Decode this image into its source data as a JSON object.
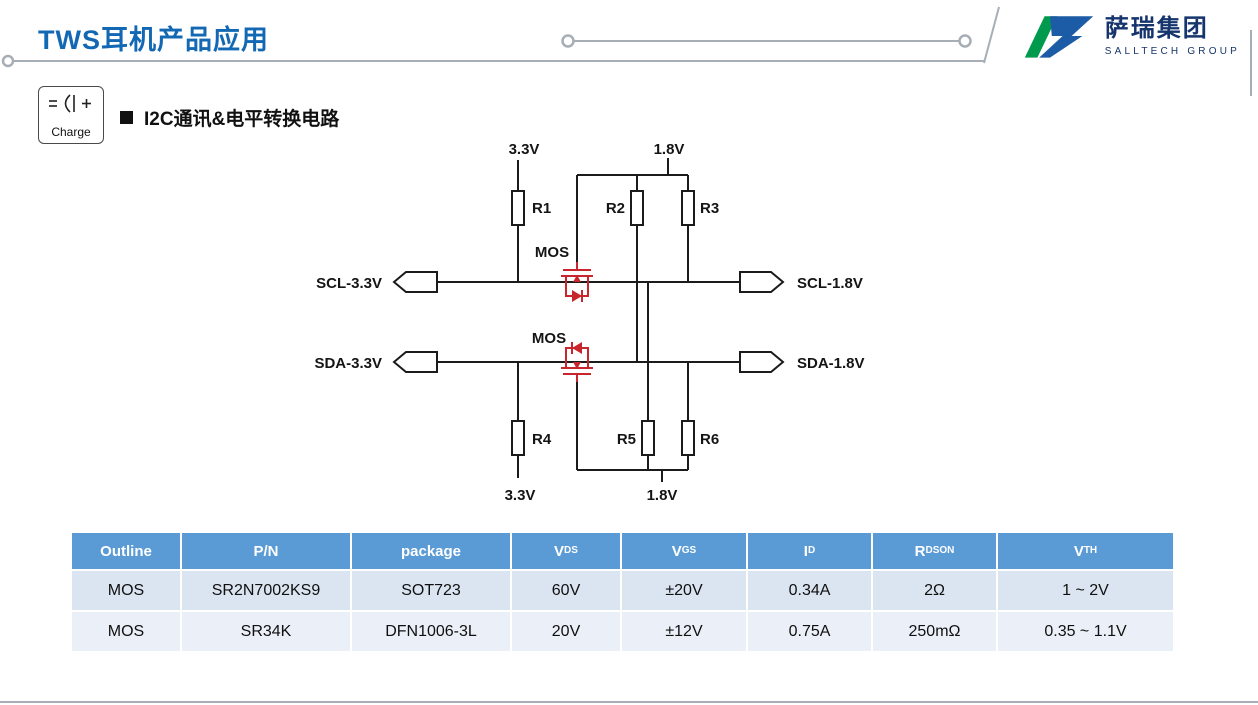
{
  "header": {
    "title": "TWS耳机产品应用",
    "logo_name": "萨瑞集团",
    "logo_subtitle": "SALLTECH GROUP"
  },
  "badge": {
    "label": "Charge"
  },
  "section": {
    "heading": "I2C通讯&电平转换电路"
  },
  "circuit": {
    "rail_top_left": "3.3V",
    "rail_top_right": "1.8V",
    "rail_bottom_left": "3.3V",
    "rail_bottom_right": "1.8V",
    "r1": "R1",
    "r2": "R2",
    "r3": "R3",
    "r4": "R4",
    "r5": "R5",
    "r6": "R6",
    "mos1": "MOS",
    "mos2": "MOS",
    "port_scl33": "SCL-3.3V",
    "port_scl18": "SCL-1.8V",
    "port_sda33": "SDA-3.3V",
    "port_sda18": "SDA-1.8V"
  },
  "table": {
    "headers": [
      {
        "base": "Outline",
        "sub": ""
      },
      {
        "base": "P/N",
        "sub": ""
      },
      {
        "base": "package",
        "sub": ""
      },
      {
        "base": "V",
        "sub": "DS"
      },
      {
        "base": "V",
        "sub": "GS"
      },
      {
        "base": "I",
        "sub": "D"
      },
      {
        "base": "R",
        "sub": "DSON"
      },
      {
        "base": "V",
        "sub": "TH"
      }
    ],
    "rows": [
      [
        "MOS",
        "SR2N7002KS9",
        "SOT723",
        "60V",
        "±20V",
        "0.34A",
        "2Ω",
        "1 ~ 2V"
      ],
      [
        "MOS",
        "SR34K",
        "DFN1006-3L",
        "20V",
        "±12V",
        "0.75A",
        "250mΩ",
        "0.35 ~ 1.1V"
      ]
    ]
  },
  "colors": {
    "title_blue": "#1268b3",
    "table_header_blue": "#5b9bd5",
    "row_band_1": "#dbe5f1",
    "row_band_2": "#ebf0f8",
    "mos_red": "#c9252d",
    "logo_green": "#009a4e",
    "logo_blue": "#1c5ba5",
    "decor_gray": "#a7aeb5"
  }
}
